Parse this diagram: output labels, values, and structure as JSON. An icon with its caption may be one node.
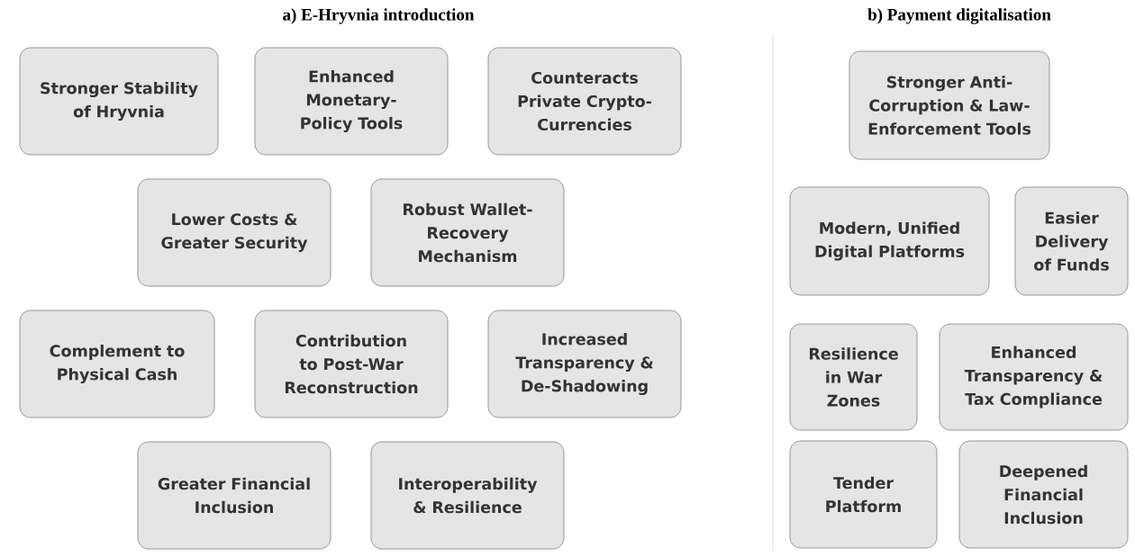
{
  "diagram": {
    "nodes": [
      {
        "text": [
          "Stronger Stability of Hryvnia"
        ]
      },
      {
        "text": [
          "Enhanced Monetary-Policy Tools"
        ]
      },
      {
        "text": [
          "Counteracts Private Crypto-Currencies"
        ]
      },
      {
        "text": [
          "Lower Costs & Greater Security"
        ]
      },
      {
        "text": [
          "Robust Wallet-Recovery Mechanism"
        ]
      },
      {
        "text": [
          "Complement to Physical Cash"
        ]
      },
      {
        "text": [
          "Contribution to Post-War Reconstruction"
        ]
      },
      {
        "text": [
          "Increased Transparency & De-Shadowing"
        ]
      },
      {
        "text": [
          "Greater Financial Inclusion"
        ]
      },
      {
        "text": [
          "Interoperability & Resilience"
        ]
      },
      {
        "text": [
          "Stronger Anti-Corruption & Law-Enforcement Tools"
        ]
      },
      {
        "text": [
          "Modern, Unified Digital Platforms"
        ]
      },
      {
        "text": [
          "Easier Delivery of Funds"
        ]
      },
      {
        "text": [
          "Resilience in War Zones"
        ]
      },
      {
        "text": [
          "Enhanced Transparency & Tax Compliance"
        ]
      },
      {
        "text": [
          "Tender Platform"
        ]
      },
      {
        "text": [
          "Deepened Financial Inclusion"
        ]
      }
    ],
    "labels": [
      "a)  E-Hryvnia introduction",
      "b)  Payment digitalisation"
    ]
  }
}
